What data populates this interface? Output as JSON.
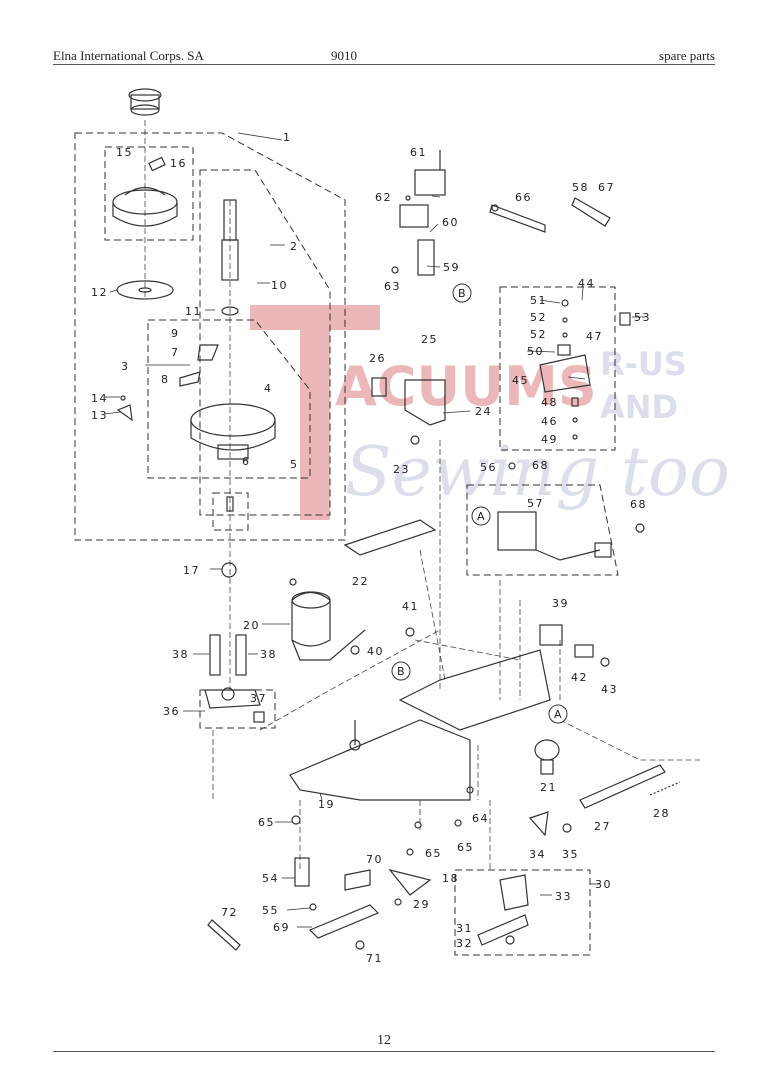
{
  "header": {
    "company": "Elna International Corps. SA",
    "model": "9010",
    "section": "spare parts"
  },
  "page_number": "12",
  "watermark": {
    "lines": [
      "ACUUMS",
      "R-US",
      "AND",
      "Sewing too"
    ],
    "color": "#c8353a",
    "secondary_color": "#9aa3c7"
  },
  "callouts": {
    "c1": "1",
    "c2": "2",
    "c3": "3",
    "c4": "4",
    "c5": "5",
    "c6": "6",
    "c7": "7",
    "c8": "8",
    "c9": "9",
    "c10": "10",
    "c11": "11",
    "c12": "12",
    "c13": "13",
    "c14": "14",
    "c15": "15",
    "c16": "16",
    "c17": "17",
    "c18": "18",
    "c19": "19",
    "c20": "20",
    "c21": "21",
    "c22": "22",
    "c23": "23",
    "c24": "24",
    "c25": "25",
    "c26": "26",
    "c27": "27",
    "c28": "28",
    "c29": "29",
    "c30": "30",
    "c31": "31",
    "c32": "32",
    "c33": "33",
    "c34": "34",
    "c35": "35",
    "c36": "36",
    "c37": "37",
    "c38a": "38",
    "c38b": "38",
    "c39": "39",
    "c40": "40",
    "c41": "41",
    "c42": "42",
    "c43": "43",
    "c44": "44",
    "c45": "45",
    "c46": "46",
    "c47": "47",
    "c48": "48",
    "c49": "49",
    "c50": "50",
    "c51": "51",
    "c52a": "52",
    "c52b": "52",
    "c53": "53",
    "c54": "54",
    "c55": "55",
    "c56": "56",
    "c57": "57",
    "c58": "58",
    "c59": "59",
    "c60": "60",
    "c61": "61",
    "c62": "62",
    "c63": "63",
    "c64": "64",
    "c65a": "65",
    "c65b": "65",
    "c65c": "65",
    "c66": "66",
    "c67": "67",
    "c68a": "68",
    "c68b": "68",
    "c69": "69",
    "c70": "70",
    "c71": "71",
    "c72": "72"
  },
  "refs": {
    "a1": "A",
    "a2": "A",
    "b1": "B",
    "b2": "B"
  }
}
